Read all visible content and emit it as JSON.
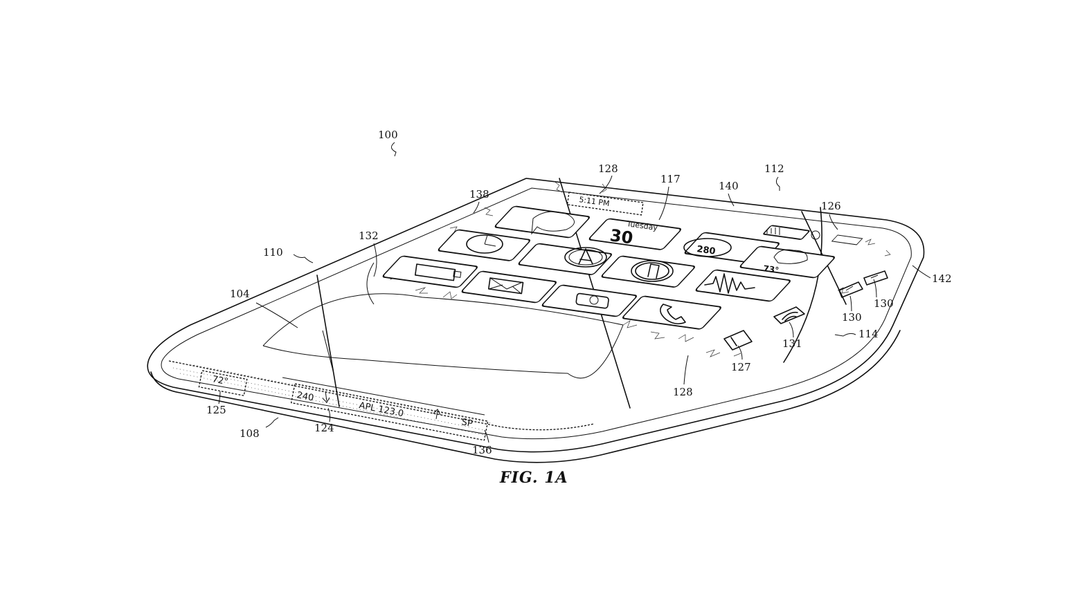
{
  "figure": {
    "caption": "FIG. 1A",
    "reference_numerals": {
      "n100": "100",
      "n112": "112",
      "n128_top": "128",
      "n117": "117",
      "n140": "140",
      "n138": "138",
      "n126": "126",
      "n132": "132",
      "n110": "110",
      "n104": "104",
      "n142": "142",
      "n130_a": "130",
      "n130_b": "130",
      "n114": "114",
      "n131": "131",
      "n127": "127",
      "n128_bottom": "128",
      "n125": "125",
      "n124": "124",
      "n108": "108",
      "n136": "136"
    }
  },
  "screen": {
    "status_time": "5:11 PM",
    "calendar_day": "Tuesday",
    "calendar_date": "30",
    "highway_sign": "280",
    "weather_temp": "73°",
    "side_temp": "72°",
    "ticker_left": "240",
    "ticker_main": "APL 123.0",
    "ticker_right": "SP"
  },
  "icons": [
    "chat-bubble-icon",
    "calendar-icon",
    "highway-icon",
    "signal-bars-icon",
    "clock-icon",
    "app-store-icon",
    "weather-icon",
    "photos-icon",
    "music-icon",
    "voice-memo-icon",
    "mail-icon",
    "camera-icon",
    "phone-icon",
    "wifi-icon",
    "volume-button-icon",
    "mute-switch-icon"
  ]
}
